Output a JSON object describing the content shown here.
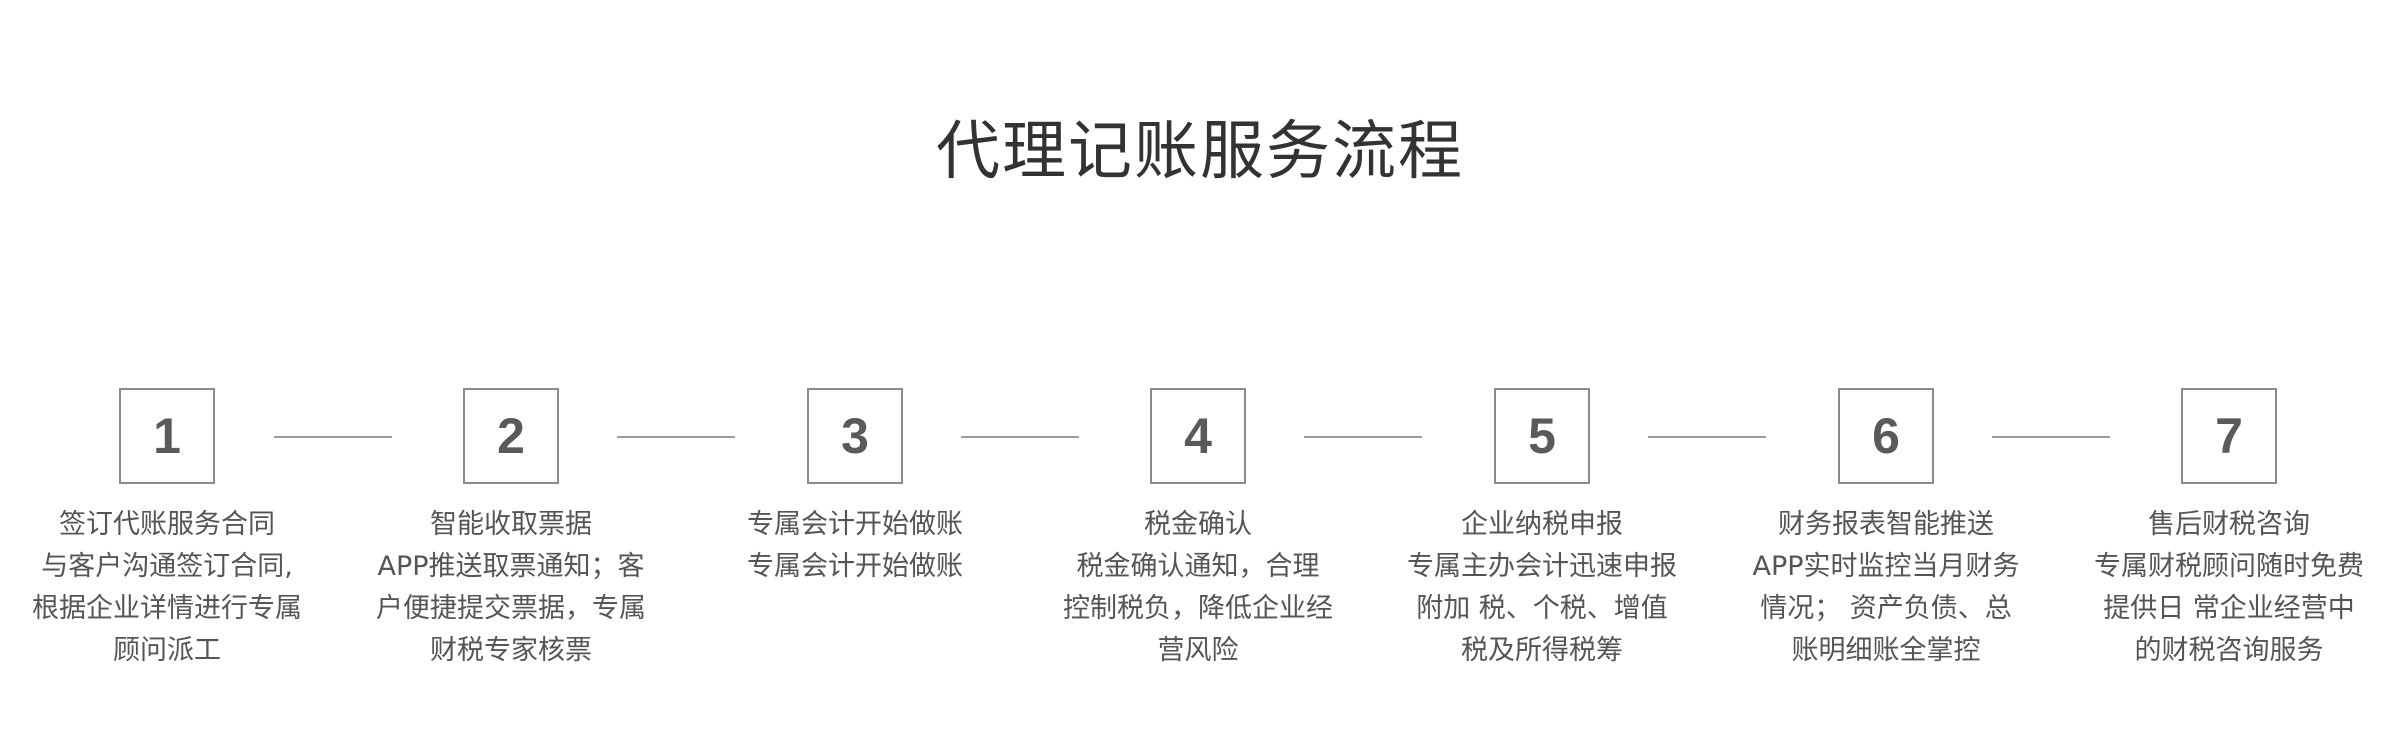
{
  "title": "代理记账服务流程",
  "steps": [
    {
      "number": "1",
      "lines": [
        "签订代账服务合同",
        "与客户沟通签订合同,",
        "根据企业详情进行专属",
        "顾问派工"
      ]
    },
    {
      "number": "2",
      "lines": [
        "智能收取票据",
        "APP推送取票通知；客",
        "户便捷提交票据，专属",
        "财税专家核票"
      ]
    },
    {
      "number": "3",
      "lines": [
        "专属会计开始做账",
        "专属会计开始做账"
      ]
    },
    {
      "number": "4",
      "lines": [
        "税金确认",
        "税金确认通知，合理",
        "控制税负，降低企业经",
        "营风险"
      ]
    },
    {
      "number": "5",
      "lines": [
        "企业纳税申报",
        "专属主办会计迅速申报",
        "附加 税、个税、增值",
        "税及所得税筹"
      ]
    },
    {
      "number": "6",
      "lines": [
        "财务报表智能推送",
        "APP实时监控当月财务",
        "情况； 资产负债、总",
        "账明细账全掌控"
      ]
    },
    {
      "number": "7",
      "lines": [
        "售后财税咨询",
        "专属财税顾问随时免费",
        "提供日 常企业经营中",
        "的财税咨询服务"
      ]
    }
  ]
}
